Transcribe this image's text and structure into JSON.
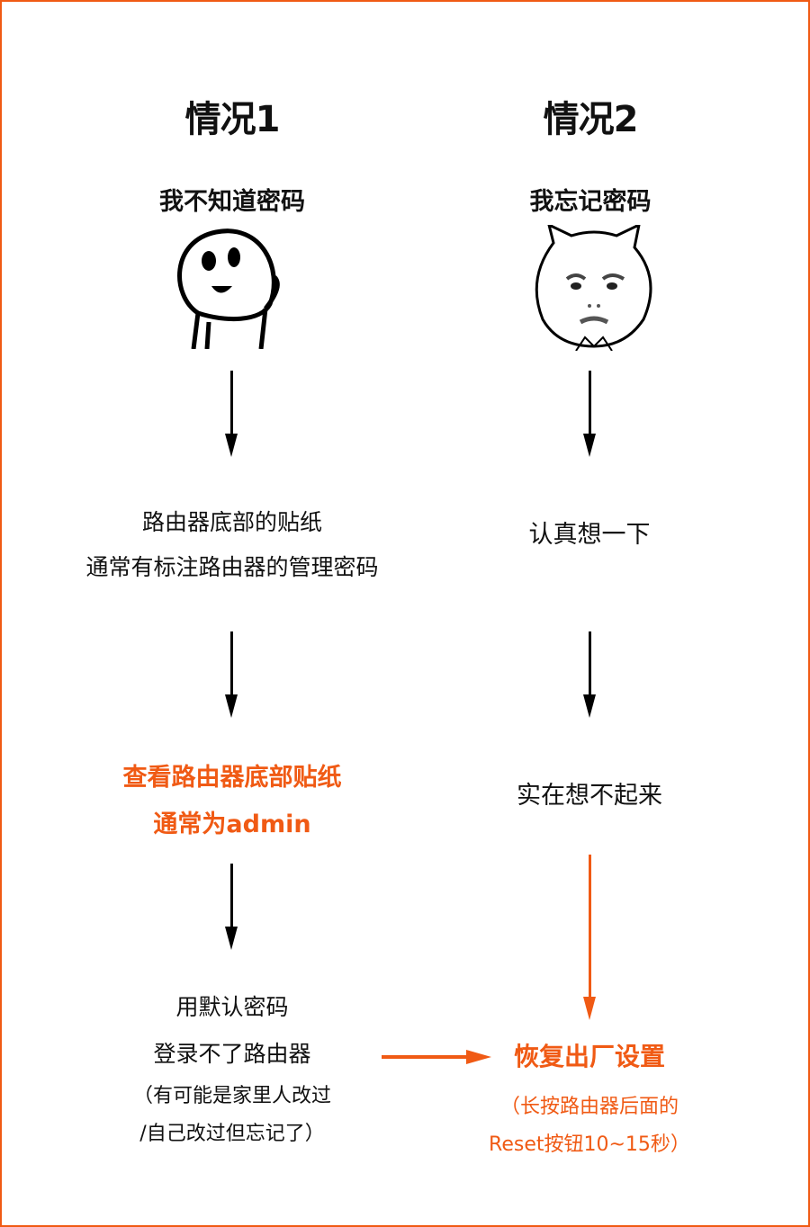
{
  "colors": {
    "accent": "#f05a14",
    "text": "#111111",
    "border": "#f05a14"
  },
  "case1": {
    "title": "情况1",
    "subtitle": "我不知道密码",
    "icon": "thinking-stickman-icon",
    "step1": {
      "line1": "路由器底部的贴纸",
      "line2": "通常有标注路由器的管理密码"
    },
    "step2": {
      "line1": "查看路由器底部贴纸",
      "line2": "通常为admin"
    },
    "step3": {
      "line1": "用默认密码",
      "line2": "登录不了路由器",
      "note1": "（有可能是家里人改过",
      "note2": "/自己改过但忘记了）"
    }
  },
  "case2": {
    "title": "情况2",
    "subtitle": "我忘记密码",
    "icon": "sad-cat-face-icon",
    "step1": {
      "line1": "认真想一下"
    },
    "step2": {
      "line1": "实在想不起来"
    },
    "step3": {
      "line1": "恢复出厂设置",
      "note1": "（长按路由器后面的",
      "note2": "Reset按钮10~15秒）"
    }
  }
}
